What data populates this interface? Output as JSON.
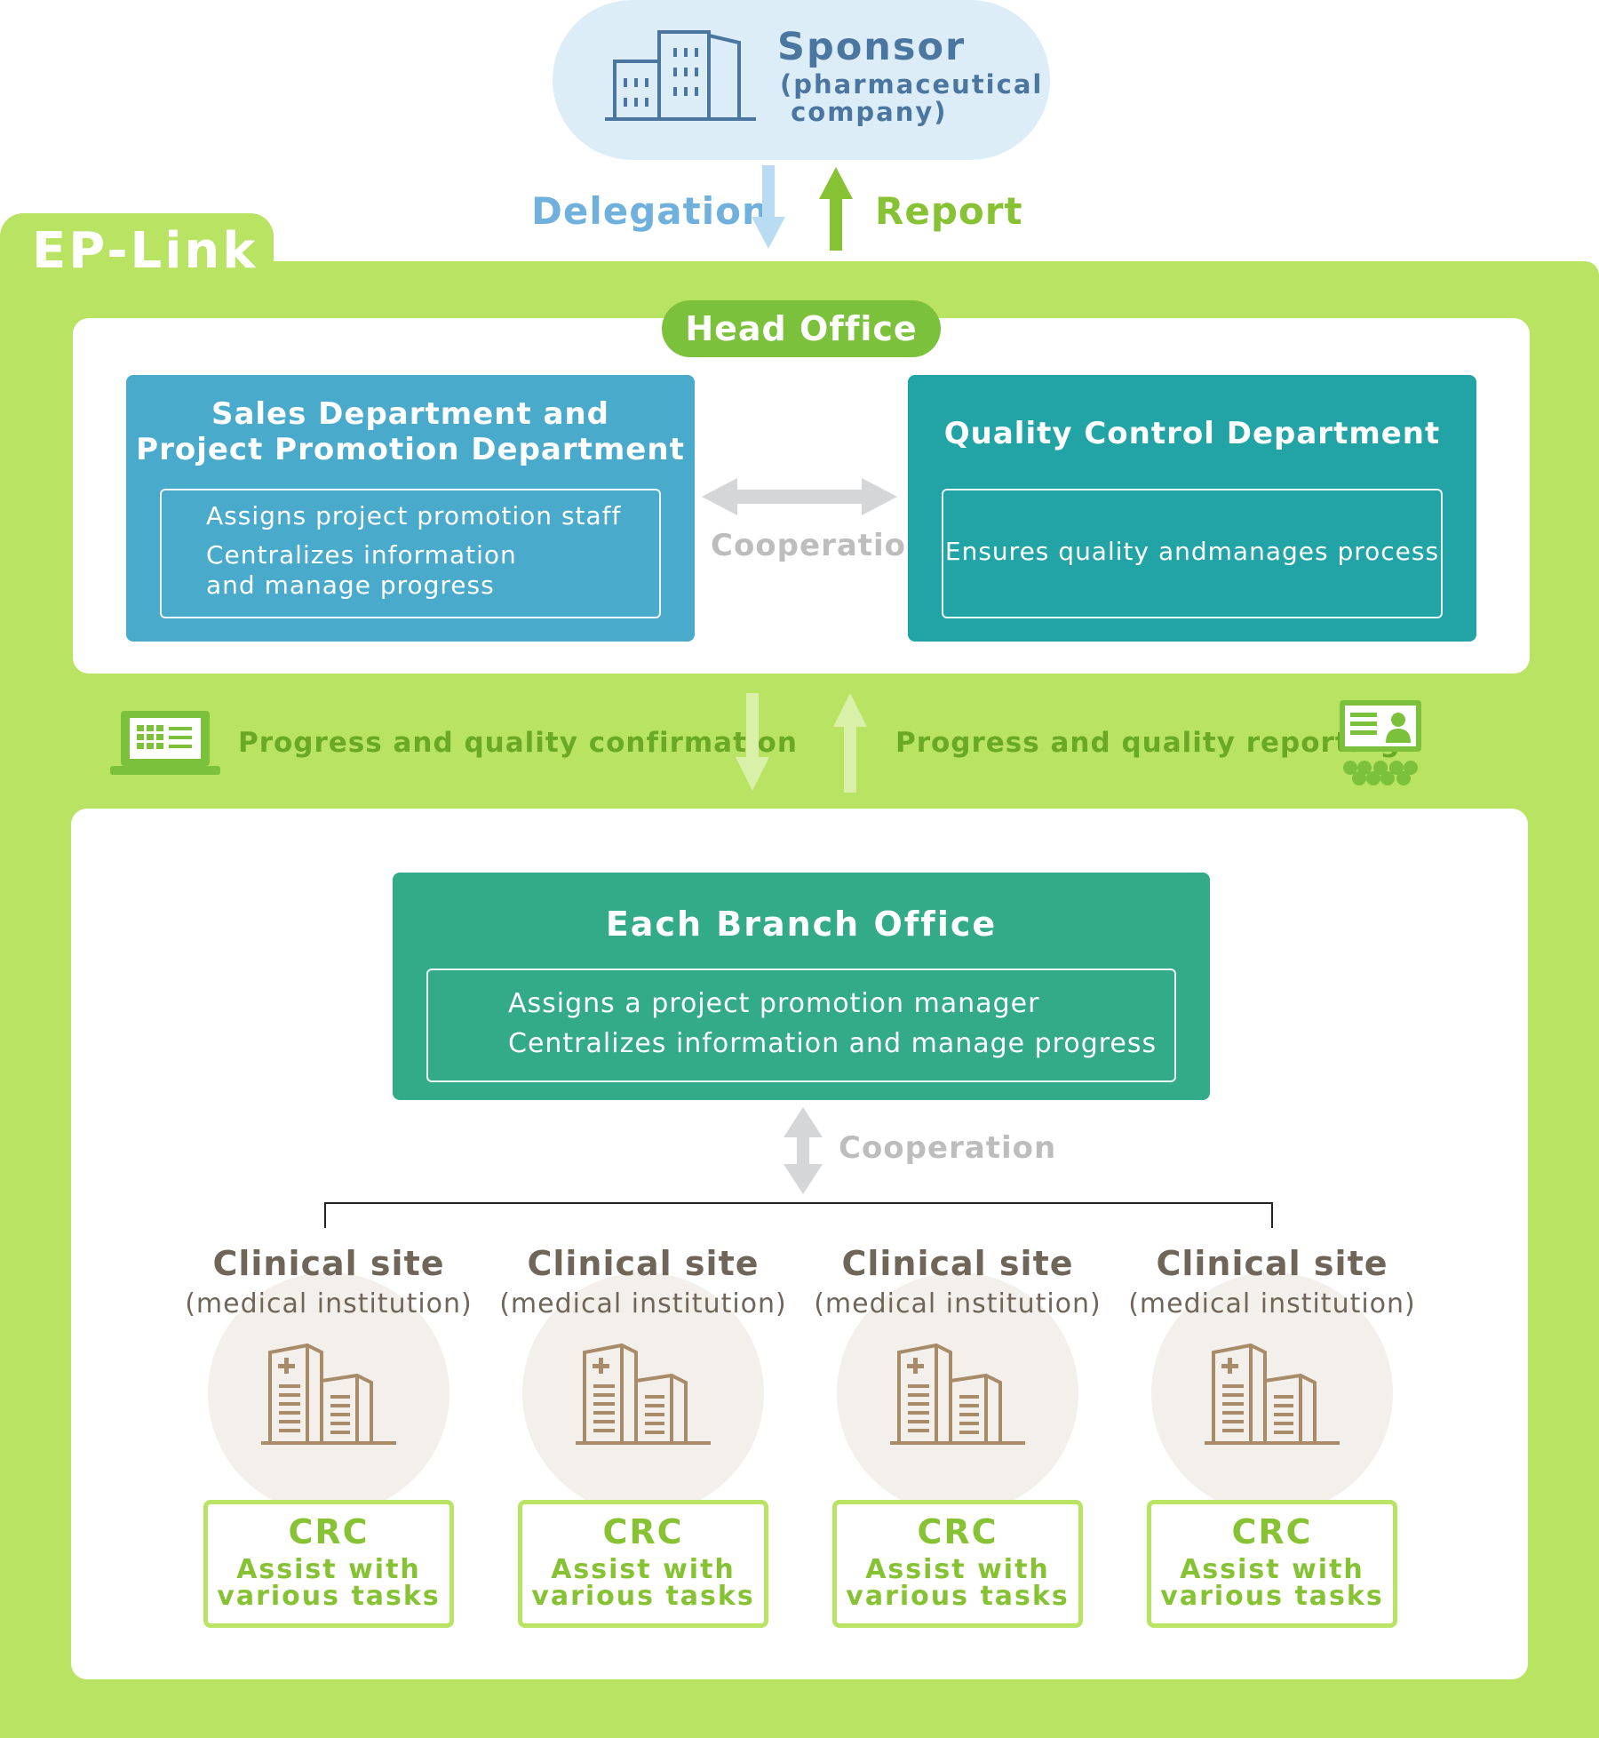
{
  "sponsor": {
    "title": "Sponsor",
    "subtitle": "(pharmaceutical\n company)",
    "icon": "office-building-icon"
  },
  "flows": {
    "delegation": "Delegation",
    "report": "Report"
  },
  "ep_link": {
    "title": "EP-Link"
  },
  "head_office": {
    "label": "Head Office",
    "sales": {
      "title": "Sales Department and\nProject Promotion Department",
      "line1": "Assigns project promotion staff",
      "line2": "Centralizes information\nand manage progress"
    },
    "cooperation": "Cooperation",
    "quality": {
      "title": "Quality Control Department",
      "line1": "Ensures quality andmanages process"
    }
  },
  "middle": {
    "confirmation": "Progress and quality confirmation",
    "reporting": "Progress and quality reporting",
    "confirmation_icon": "laptop-icon",
    "reporting_icon": "presentation-icon"
  },
  "branch": {
    "title": "Each Branch Office",
    "line1": "Assigns a project promotion manager",
    "line2": "Centralizes information and manage progress",
    "cooperation": "Cooperation"
  },
  "sites": [
    {
      "title": "Clinical site",
      "subtitle": "(medical institution)",
      "crc_title": "CRC",
      "crc_sub": "Assist with\nvarious tasks"
    },
    {
      "title": "Clinical site",
      "subtitle": "(medical institution)",
      "crc_title": "CRC",
      "crc_sub": "Assist with\nvarious tasks"
    },
    {
      "title": "Clinical site",
      "subtitle": "(medical institution)",
      "crc_title": "CRC",
      "crc_sub": "Assist with\nvarious tasks"
    },
    {
      "title": "Clinical site",
      "subtitle": "(medical institution)",
      "crc_title": "CRC",
      "crc_sub": "Assist with\nvarious tasks"
    }
  ],
  "colors": {
    "sponsor_bg": "#dcedf8",
    "ep_green": "#b8e363",
    "head_pill": "#7cc13b",
    "sales": "#4aaacb",
    "quality": "#22a3a6",
    "branch": "#33aa88",
    "site_text": "#6f6558",
    "crc_text": "#86c234",
    "building_stroke": "#a88c6a"
  }
}
